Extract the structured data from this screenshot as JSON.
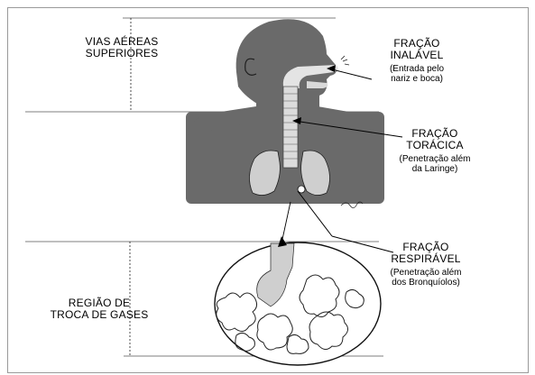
{
  "labels": {
    "upper_airways": [
      "VIAS AÉREAS",
      "SUPERIORES"
    ],
    "gas_exchange": [
      "REGIÃO DE",
      "TROCA DE GASES"
    ],
    "inhalable": {
      "title": [
        "FRAÇÃO",
        "INALÁVEL"
      ],
      "note": [
        "(Entrada pelo",
        "nariz e boca)"
      ]
    },
    "thoracic": {
      "title": [
        "FRAÇÃO",
        "TORÁCICA"
      ],
      "note": [
        "(Penetração além",
        "da Laringe)"
      ]
    },
    "respirable": {
      "title": [
        "FRAÇÃO",
        "RESPIRÁVEL"
      ],
      "note": [
        "(Penetração além",
        "dos Bronquíolos)"
      ]
    }
  },
  "colors": {
    "body_fill": "#6a6a6a",
    "airway": "#d4d4d4",
    "line": "#000000"
  }
}
